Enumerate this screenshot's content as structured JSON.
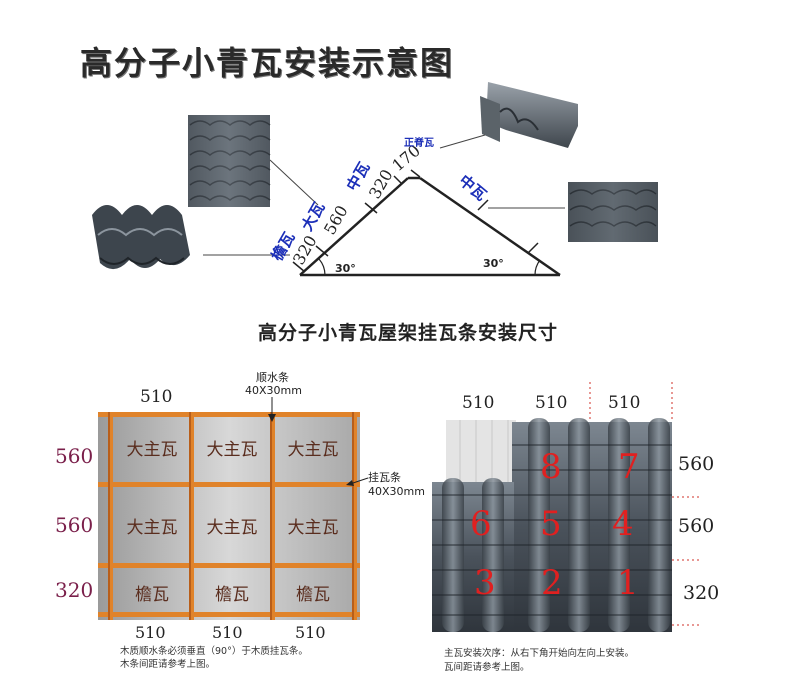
{
  "main_title": "高分子小青瓦安装示意图",
  "subtitle": "高分子小青瓦屋架挂瓦条安装尺寸",
  "top_diagram": {
    "labels": {
      "ridge_tile": "正脊瓦",
      "middle_tile_left": "中瓦",
      "middle_tile_right": "中瓦",
      "large_tile": "大瓦",
      "eave_tile": "檐瓦"
    },
    "dimensions": {
      "d170": "170",
      "d320_top": "320",
      "d560": "560",
      "d320_bottom": "320"
    },
    "angles": {
      "left": "30°",
      "right": "30°"
    }
  },
  "left_grid": {
    "top_widths": [
      "510"
    ],
    "bottom_widths": [
      "510",
      "510",
      "510"
    ],
    "row_heights": [
      "560",
      "560",
      "320"
    ],
    "rows": [
      [
        "大主瓦",
        "大主瓦",
        "大主瓦"
      ],
      [
        "大主瓦",
        "大主瓦",
        "大主瓦"
      ],
      [
        "檐瓦",
        "檐瓦",
        "檐瓦"
      ]
    ],
    "vertical_batten": {
      "name": "顺水条",
      "size": "40X30mm"
    },
    "horizontal_batten": {
      "name": "挂瓦条",
      "size": "40X30mm"
    },
    "notes": [
      "木质顺水条必须垂直（90°）于木质挂瓦条。",
      "木条间距请参考上图。"
    ]
  },
  "right_roof": {
    "top_widths": [
      "510",
      "510",
      "510"
    ],
    "row_heights": [
      "560",
      "560",
      "320"
    ],
    "sequence": [
      "8",
      "7",
      "6",
      "5",
      "4",
      "3",
      "2",
      "1"
    ],
    "notes": [
      "主瓦安装次序：从右下角开始向左向上安装。",
      "瓦间距请参考上图。"
    ]
  }
}
